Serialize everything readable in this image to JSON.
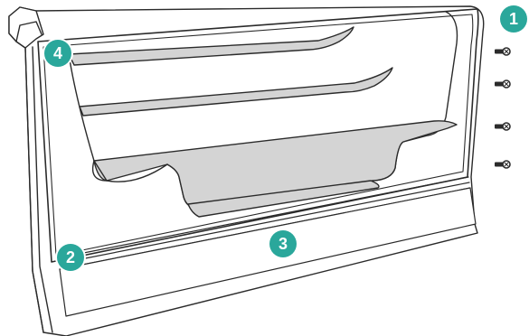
{
  "diagram": {
    "callouts": [
      {
        "id": "1",
        "label": "1"
      },
      {
        "id": "2",
        "label": "2"
      },
      {
        "id": "3",
        "label": "3"
      },
      {
        "id": "4",
        "label": "4"
      }
    ],
    "colors": {
      "accent": "#2aa79b",
      "outline": "#2b2b2b",
      "shelf_fill": "#d4d4d4",
      "panel_fill": "#ffffff"
    },
    "icons": [
      "screw-icon",
      "screw-icon",
      "screw-icon",
      "screw-icon"
    ]
  }
}
